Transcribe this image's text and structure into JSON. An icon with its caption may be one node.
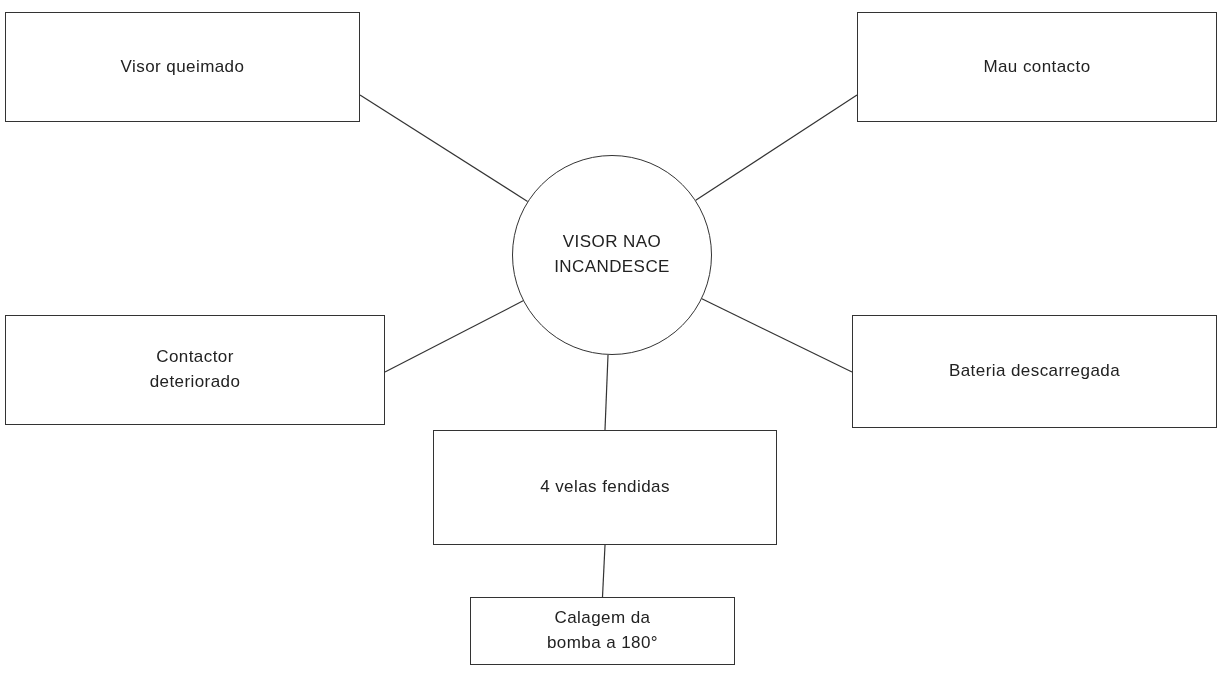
{
  "diagram": {
    "nodes": [
      {
        "text": [
          "Visor queimado"
        ]
      },
      {
        "text": [
          "Mau contacto"
        ]
      },
      {
        "text": [
          "VISOR NAO INCANDESCE"
        ]
      },
      {
        "text": [
          "Contactor deteriorado"
        ]
      },
      {
        "text": [
          "Bateria descarregada"
        ]
      },
      {
        "text": [
          "4 velas fendidas"
        ]
      },
      {
        "text": [
          "Calagem da bomba a 180°"
        ]
      }
    ],
    "edges": [
      {
        "from": 0,
        "to": 2,
        "arrow": "none"
      },
      {
        "from": 1,
        "to": 2,
        "arrow": "none"
      },
      {
        "from": 3,
        "to": 2,
        "arrow": "none"
      },
      {
        "from": 4,
        "to": 2,
        "arrow": "none"
      },
      {
        "from": 2,
        "to": 5,
        "arrow": "none"
      },
      {
        "from": 5,
        "to": 6,
        "arrow": "none"
      }
    ]
  }
}
